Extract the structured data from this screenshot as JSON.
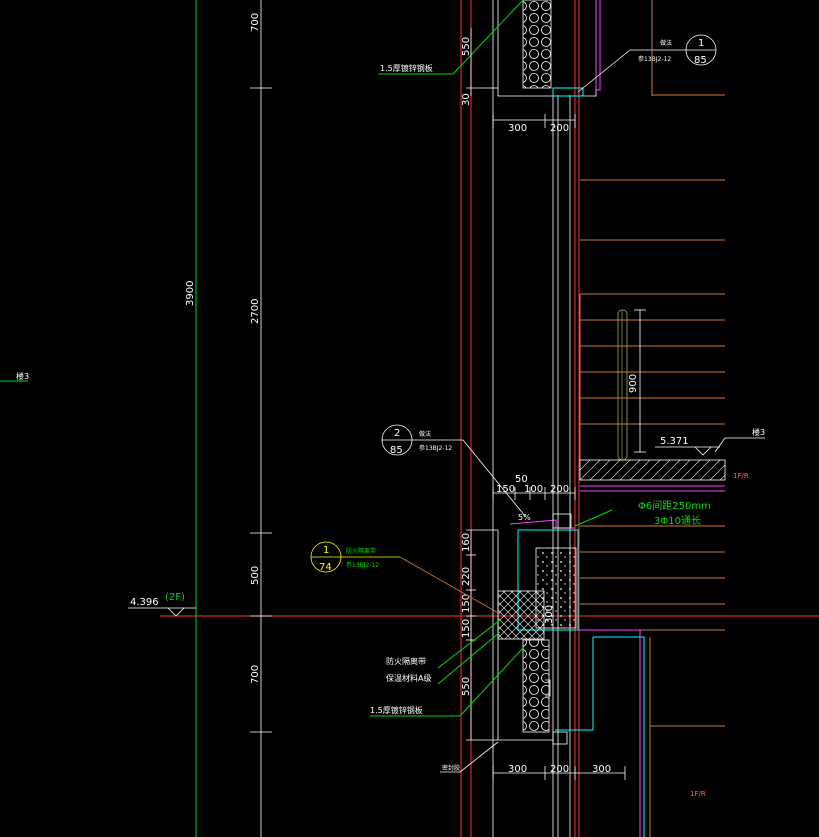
{
  "colors": {
    "background": "#000000",
    "white": "#ffffff",
    "red": "#ff3030",
    "green": "#00dd00",
    "yellow": "#ffff00",
    "cyan": "#00ffff",
    "magenta": "#ff40ff",
    "orange": "#d07a3a",
    "brown": "#b07050",
    "olive": "#8a8a4a"
  },
  "vertical_dimensions": {
    "top_700": "700",
    "total_3900": "3900",
    "mid_2700": "2700",
    "dim_500": "500",
    "bottom_700": "700"
  },
  "upper_panel": {
    "dim_550": "550",
    "dim_30": "30",
    "steel_plate_label": "1.5厚镀锌钢板",
    "bottom_dims": [
      "300",
      "200"
    ]
  },
  "callout_top": {
    "note": "做法",
    "number": "1",
    "sheet": "85",
    "atlas": "参13BJ2-12"
  },
  "callout_mid": {
    "note": "做法",
    "number": "2",
    "sheet": "85",
    "atlas": "参13BJ2-12"
  },
  "callout_left": {
    "note": "防火隔离带",
    "number": "1",
    "sheet": "74",
    "atlas": "参13BJ2-12"
  },
  "floor_slab": {
    "elevation": "5.371",
    "finish_label": "楼3",
    "railing_height": "900",
    "room_label": "1F/R"
  },
  "left_level": {
    "elevation": "4.396",
    "floor_tag": "(2F)",
    "finish_label": "楼3"
  },
  "mid_dims": {
    "dim_50": "50",
    "dim_150": "150",
    "dim_100": "100",
    "dim_200": "200",
    "slope": "5%"
  },
  "rebar_notes": {
    "line1": "Φ6间距250mm",
    "line2": "3Φ10通长"
  },
  "lower_panel": {
    "v_dims": [
      "160",
      "220",
      "150",
      "150",
      "550"
    ],
    "dim_300": "300",
    "fire_barrier_label": "防火隔离带",
    "insulation_label": "保温材料A级",
    "steel_plate_label": "1.5厚镀锌钢板",
    "sealant_label": "密封胶",
    "bottom_dims": [
      "300",
      "200",
      "300"
    ],
    "room_label": "1F/R"
  }
}
